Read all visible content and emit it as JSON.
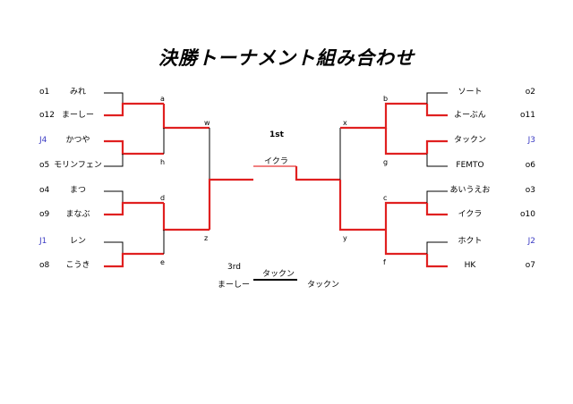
{
  "title": "決勝トーナメント組み合わせ",
  "left_entries": [
    {
      "seed": "o1",
      "name": "みれ",
      "seed_color": "#000000"
    },
    {
      "seed": "o12",
      "name": "まーしー",
      "seed_color": "#000000"
    },
    {
      "seed": "J4",
      "name": "かつや",
      "seed_color": "#3d3dc4"
    },
    {
      "seed": "o5",
      "name": "モリンフェン",
      "seed_color": "#000000"
    },
    {
      "seed": "o4",
      "name": "まつ",
      "seed_color": "#000000"
    },
    {
      "seed": "o9",
      "name": "まなぶ",
      "seed_color": "#000000"
    },
    {
      "seed": "J1",
      "name": "レン",
      "seed_color": "#3d3dc4"
    },
    {
      "seed": "o8",
      "name": "こうき",
      "seed_color": "#000000"
    }
  ],
  "right_entries": [
    {
      "seed": "o2",
      "name": "ソート",
      "seed_color": "#000000"
    },
    {
      "seed": "o11",
      "name": "よーぶん",
      "seed_color": "#000000"
    },
    {
      "seed": "J3",
      "name": "タックン",
      "seed_color": "#3d3dc4"
    },
    {
      "seed": "o6",
      "name": "FEMTO",
      "seed_color": "#000000"
    },
    {
      "seed": "o3",
      "name": "あいうえお",
      "seed_color": "#000000"
    },
    {
      "seed": "o10",
      "name": "イクラ",
      "seed_color": "#000000"
    },
    {
      "seed": "J2",
      "name": "ホクト",
      "seed_color": "#3d3dc4"
    },
    {
      "seed": "o7",
      "name": "HK",
      "seed_color": "#000000"
    }
  ],
  "nodes": {
    "a": "a",
    "h": "h",
    "d": "d",
    "e": "e",
    "w": "w",
    "z": "z",
    "b": "b",
    "g": "g",
    "c": "c",
    "f": "f",
    "x": "x",
    "y": "y"
  },
  "final": {
    "label": "1st",
    "winner": "イクラ"
  },
  "third_place": {
    "label": "3rd",
    "winner": "タックン",
    "left": "まーしー",
    "right": "タックン"
  },
  "colors": {
    "winner_line": "#e02020",
    "line": "#000000",
    "junior_seed": "#3d3dc4"
  }
}
